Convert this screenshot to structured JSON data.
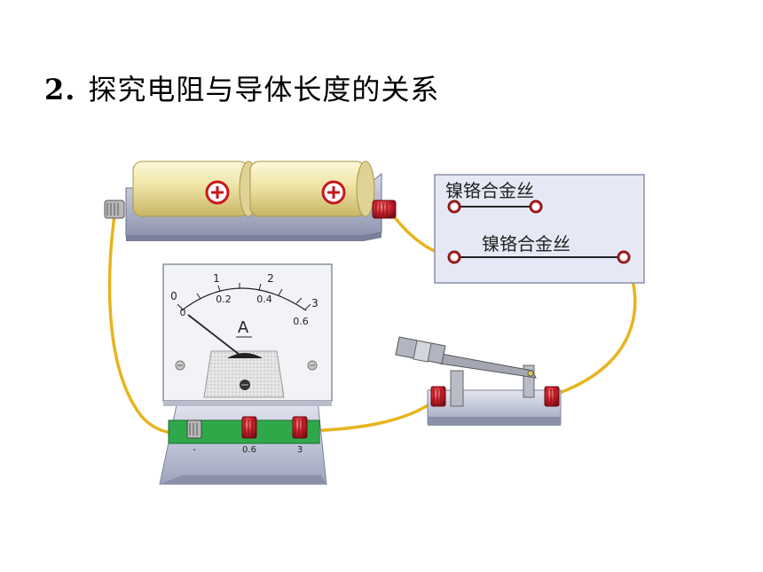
{
  "heading": {
    "number": "2.",
    "text": "探究电阻与导体长度的关系"
  },
  "board": {
    "wire_short_label": "镍铬合金丝",
    "wire_long_label": "镍铬合金丝"
  },
  "battery": {
    "cell_symbols": [
      "⊕",
      "⊕"
    ]
  },
  "ammeter": {
    "unit": "A",
    "scale_top": [
      "0",
      "1",
      "2",
      "3"
    ],
    "scale_bottom": [
      "0",
      "0.2",
      "0.4",
      "0.6"
    ],
    "terminals": [
      "-",
      "0.6",
      "3"
    ]
  },
  "colors": {
    "wire": "#e8b41c",
    "terminal_red": "#d0222e",
    "cell_gold": "#efe4a6"
  }
}
